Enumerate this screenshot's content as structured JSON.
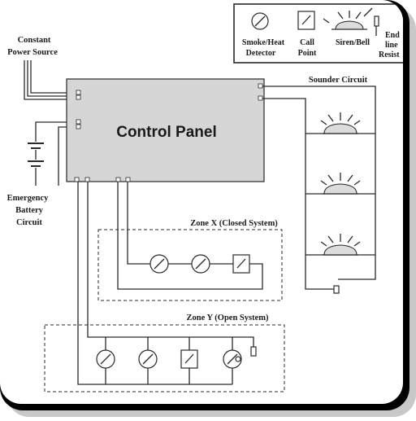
{
  "diagram": {
    "control_panel": "Control Panel",
    "power_source": [
      "Constant",
      "Power Source"
    ],
    "battery": [
      "Emergency",
      "Battery",
      "Circuit"
    ],
    "sounder_circuit": "Sounder Circuit",
    "zone_x": "Zone X (Closed System)",
    "zone_y": "Zone Y (Open System)"
  },
  "legend": {
    "smoke_heat": [
      "Smoke/Heat",
      "Detector"
    ],
    "call_point": [
      "Call",
      "Point"
    ],
    "siren_bell": "Siren/Bell",
    "end_of_line": [
      "End",
      "line",
      "Resist"
    ]
  },
  "colors": {
    "line": "#2a2a2a",
    "panel_fill": "#d6d6d6",
    "siren_fill": "#dcdcdc",
    "frame": "#000000"
  }
}
